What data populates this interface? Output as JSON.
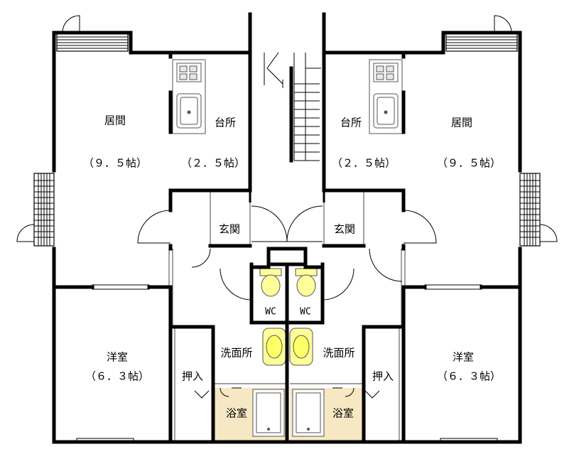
{
  "plan": {
    "left_unit": {
      "living_label": "居間",
      "living_size": "（９．５帖）",
      "kitchen_label": "台所",
      "kitchen_size": "（２．５帖）",
      "entrance_label": "玄関",
      "toilet_label": "WC",
      "washroom_label": "洗面所",
      "closet_label": "押入",
      "western_room_label": "洋室",
      "western_room_size": "（６．３帖）",
      "bathroom_label": "浴室"
    },
    "right_unit": {
      "living_label": "居間",
      "living_size": "（９．５帖）",
      "kitchen_label": "台所",
      "kitchen_size": "（２．５帖）",
      "entrance_label": "玄関",
      "toilet_label": "WC",
      "washroom_label": "洗面所",
      "closet_label": "押入",
      "western_room_label": "洋室",
      "western_room_size": "（６．３帖）",
      "bathroom_label": "浴室"
    },
    "colors": {
      "wall": "#000000",
      "bath_floor": "#f7e8c4",
      "fixture": "#ffff99",
      "fixture_line": "#555555",
      "partition": "#666666"
    }
  }
}
